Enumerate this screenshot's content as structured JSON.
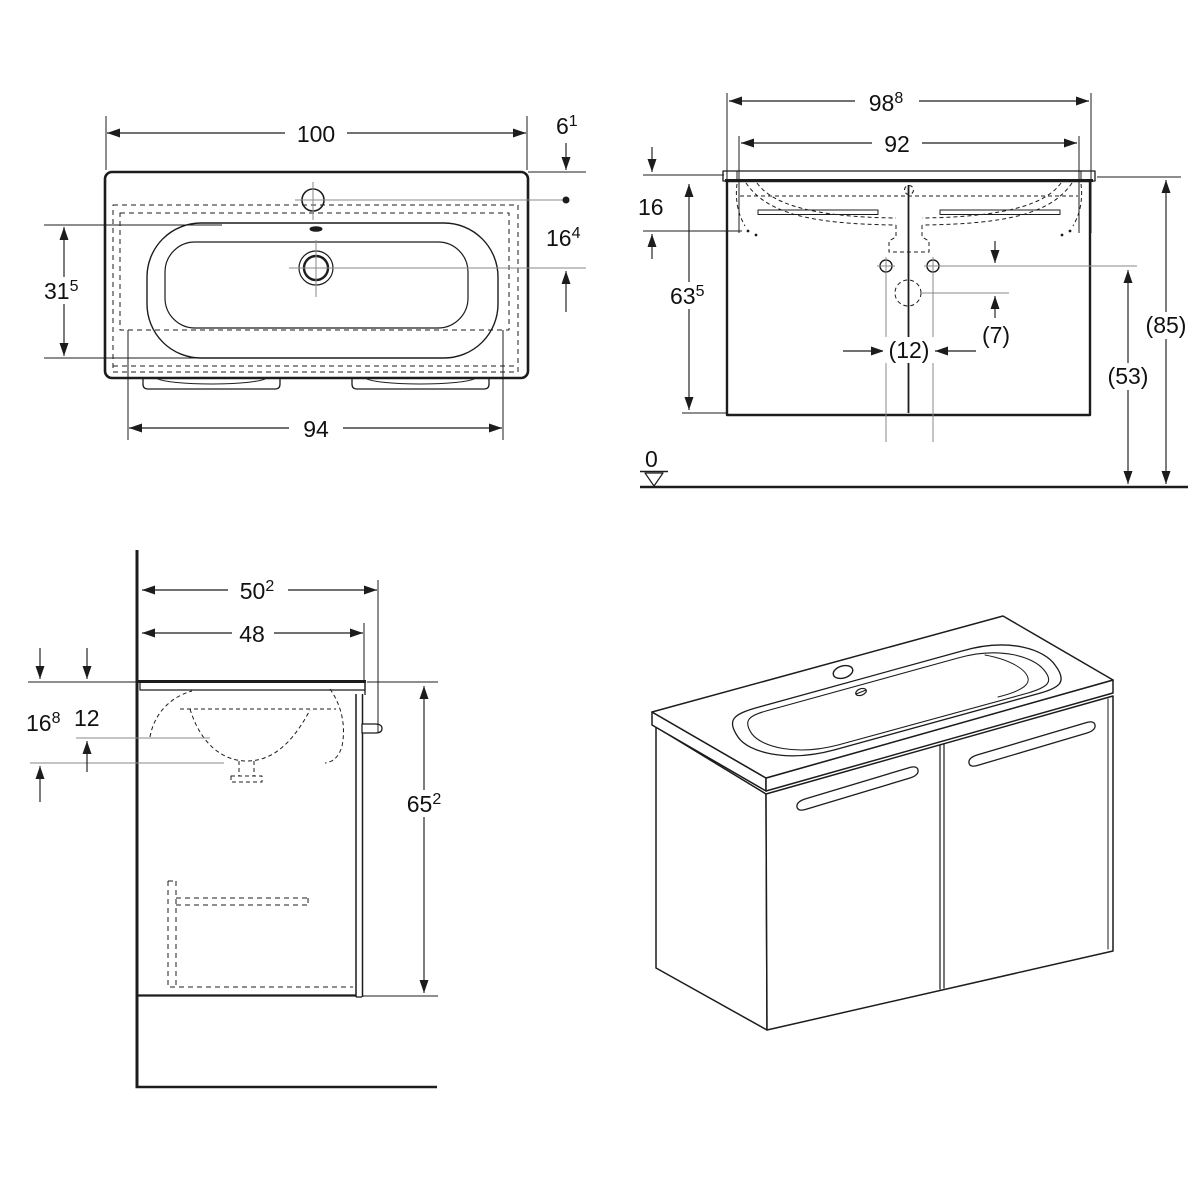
{
  "colors": {
    "line": "#1c1c1c",
    "leader": "#8a8a8a",
    "background": "#ffffff"
  },
  "views": {
    "plan": {
      "label": "washbasin-top-view",
      "dims": {
        "width": {
          "main": "100",
          "sup": ""
        },
        "tap_hole_to_back": {
          "main": "6",
          "sup": "1"
        },
        "tap_to_drain": {
          "main": "16",
          "sup": "4"
        },
        "bowl_front_back": {
          "main": "31",
          "sup": "5"
        },
        "bottom_width": {
          "main": "94",
          "sup": ""
        }
      }
    },
    "front": {
      "label": "front-view",
      "dims": {
        "washbasin_width": {
          "main": "98",
          "sup": "8"
        },
        "cabinet_width": {
          "main": "92",
          "sup": ""
        },
        "basin_height": {
          "main": "16",
          "sup": ""
        },
        "cabinet_height": {
          "main": "63",
          "sup": "5"
        },
        "hole_spacing": {
          "main": "(12)",
          "sup": ""
        },
        "drain_offset": {
          "main": "(7)",
          "sup": ""
        },
        "total_height": {
          "main": "(85)",
          "sup": ""
        },
        "drain_height": {
          "main": "(53)",
          "sup": ""
        },
        "datum": {
          "main": "0",
          "sup": ""
        }
      }
    },
    "side": {
      "label": "side-view",
      "dims": {
        "total_depth": {
          "main": "50",
          "sup": "2"
        },
        "cabinet_depth": {
          "main": "48",
          "sup": ""
        },
        "drain_depth": {
          "main": "16",
          "sup": "8"
        },
        "overflow_depth": {
          "main": "12",
          "sup": ""
        },
        "height": {
          "main": "65",
          "sup": "2"
        }
      }
    },
    "iso": {
      "label": "isometric-view"
    }
  }
}
